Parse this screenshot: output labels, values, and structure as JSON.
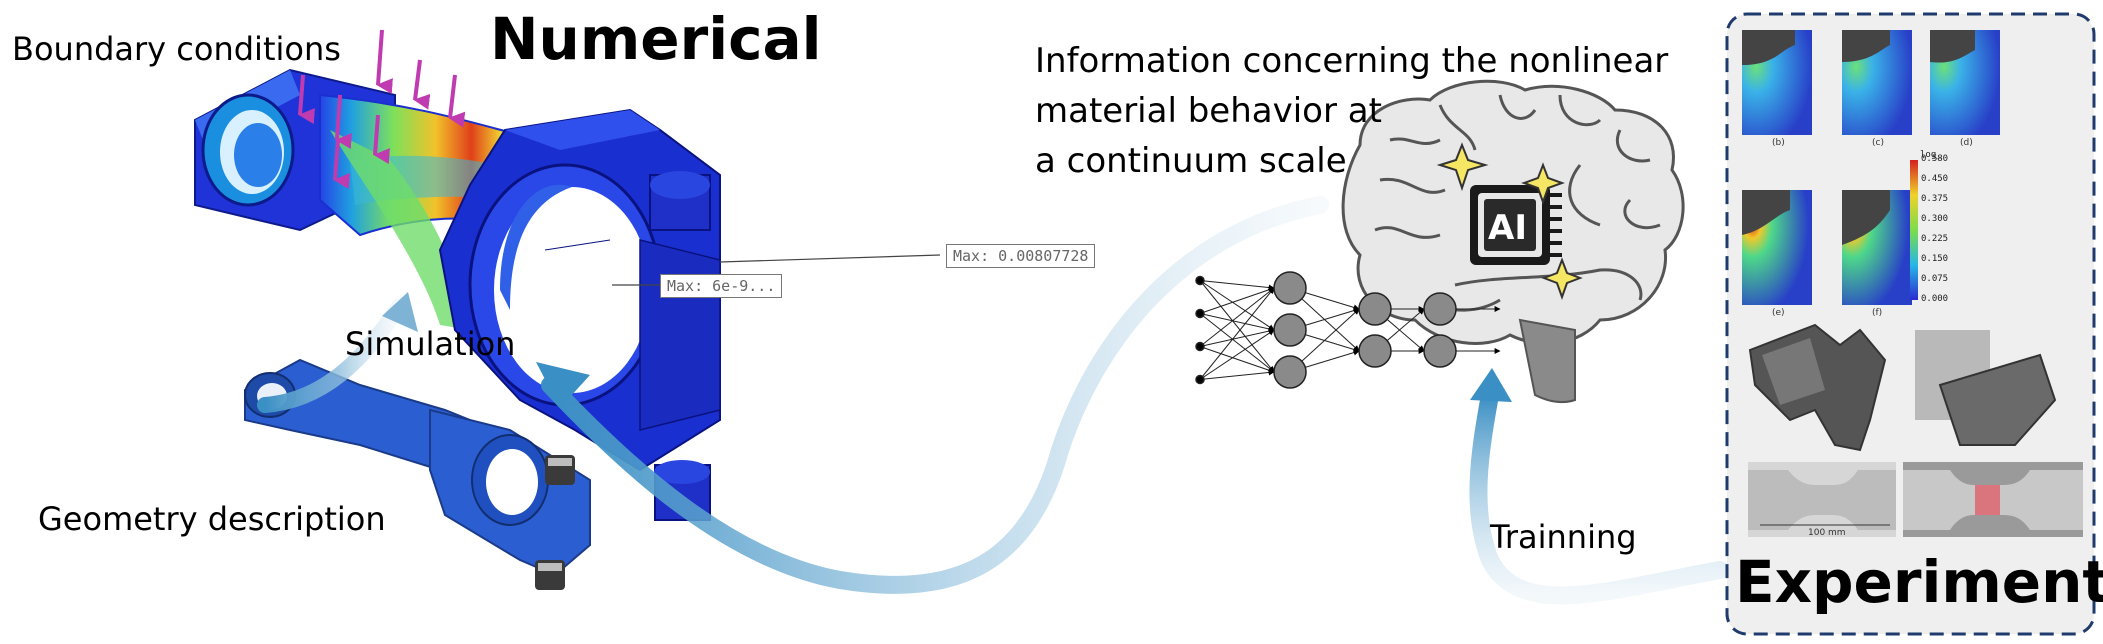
{
  "labels": {
    "boundary_conditions": "Boundary conditions",
    "numerical": "Numerical",
    "simulation": "Simulation",
    "geometry_description": "Geometry description",
    "info_line1": "Information concerning the nonlinear",
    "info_line2": "material behavior at",
    "info_line3": "a continuum scale",
    "ai_chip": "AI",
    "training": "Trainning",
    "experimental": "Experimental"
  },
  "fem_tags": {
    "max_tag": "Max: 0.00807728",
    "min_tag": "Max: 6e-9..."
  },
  "experimental_panel": {
    "subfigure_labels": [
      "(b)",
      "(c)",
      "(d)",
      "(e)",
      "(f)"
    ],
    "colorbar_title": "log_",
    "colorbar_ticks": [
      "0.580",
      "0.450",
      "0.375",
      "0.300",
      "0.225",
      "0.150",
      "0.075",
      "0.000"
    ],
    "scale_bar": "100 mm"
  },
  "colors": {
    "arrow_blue": "#3a8fc4",
    "rod_blue": "#2b5fd1",
    "fem_blue": "#1a2fd0",
    "brain_fill": "#e8e8e8",
    "panel_border": "#1f3b6e",
    "load_arrow": "#c03bb0",
    "spark_yellow": "#f5e663"
  },
  "neural_net": {
    "layer_sizes": [
      4,
      3,
      2,
      2
    ]
  }
}
